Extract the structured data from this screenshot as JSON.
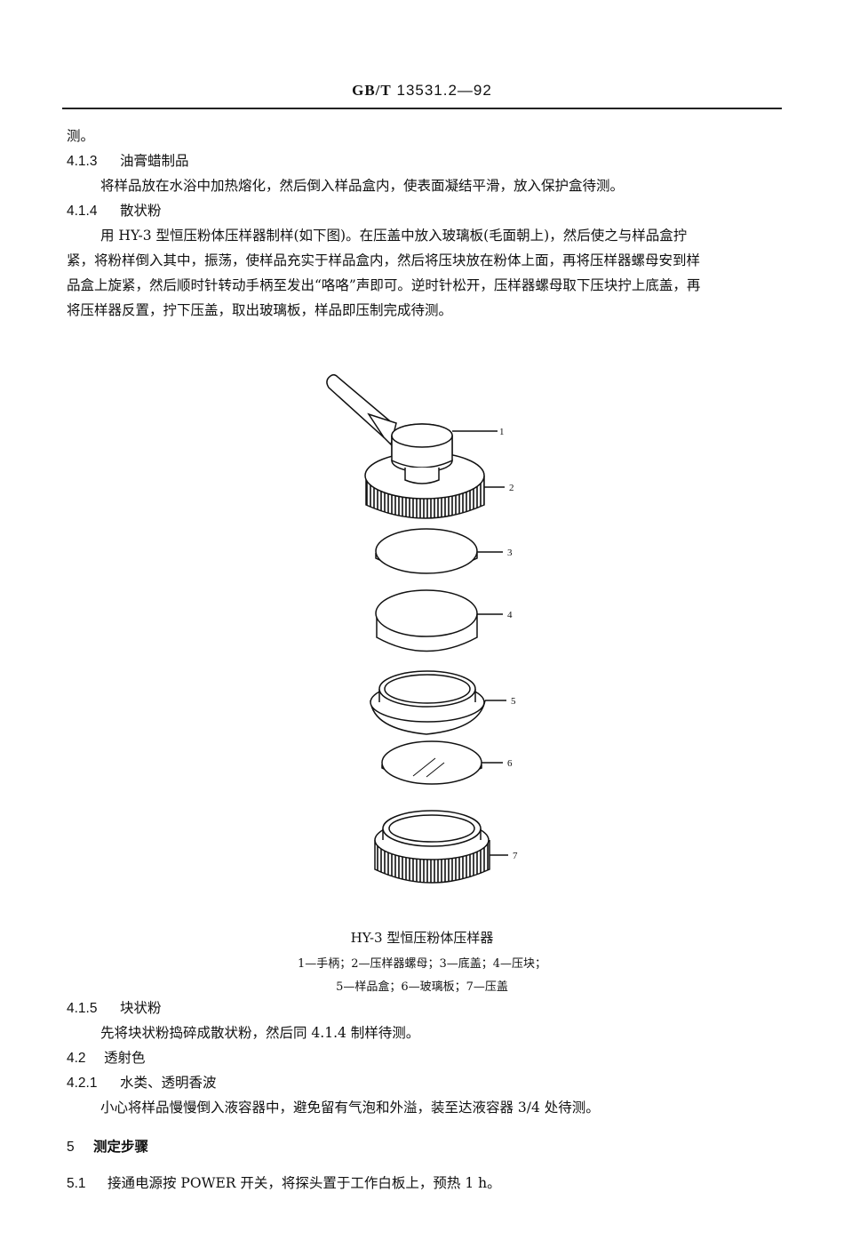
{
  "header": {
    "standard_prefix": "GB/T",
    "standard_number": "13531.2—92"
  },
  "body": {
    "continuation": "测。",
    "s413": {
      "number": "4.1.3",
      "title": "油膏蜡制品",
      "text": "将样品放在水浴中加热熔化，然后倒入样品盒内，使表面凝结平滑，放入保护盒待测。"
    },
    "s414": {
      "number": "4.1.4",
      "title": "散状粉",
      "lines": [
        "用 HY-3 型恒压粉体压样器制样(如下图)。在压盖中放入玻璃板(毛面朝上)，然后使之与样品盒拧",
        "紧，将粉样倒入其中，振荡，使样品充实于样品盒内，然后将压块放在粉体上面，再将压样器螺母安到样",
        "品盒上旋紧，然后顺时针转动手柄至发出“咯咯”声即可。逆时针松开，压样器螺母取下压块拧上底盖，再",
        "将压样器反置，拧下压盖，取出玻璃板，样品即压制完成待测。"
      ]
    },
    "figure": {
      "title": "HY-3 型恒压粉体压样器",
      "legend_line1": "1—手柄；2—压样器螺母；3—底盖；4—压块；",
      "legend_line2": "5—样品盒；6—玻璃板；7—压盖",
      "labels": [
        "1",
        "2",
        "3",
        "4",
        "5",
        "6",
        "7"
      ],
      "parts": [
        "手柄",
        "压样器螺母",
        "底盖",
        "压块",
        "样品盒",
        "玻璃板",
        "压盖"
      ]
    },
    "s415": {
      "number": "4.1.5",
      "title": "块状粉",
      "text": "先将块状粉捣碎成散状粉，然后同 4.1.4 制样待测。"
    },
    "s42": {
      "number": "4.2",
      "title": "透射色"
    },
    "s421": {
      "number": "4.2.1",
      "title": "水类、透明香波",
      "text": "小心将样品慢慢倒入液容器中，避免留有气泡和外溢，装至达液容器 3/4 处待测。"
    },
    "s5": {
      "number": "5",
      "title": "测定步骤"
    },
    "s51": {
      "number": "5.1",
      "text": "接通电源按 POWER 开关，将探头置于工作白板上，预热 1 h。"
    }
  }
}
